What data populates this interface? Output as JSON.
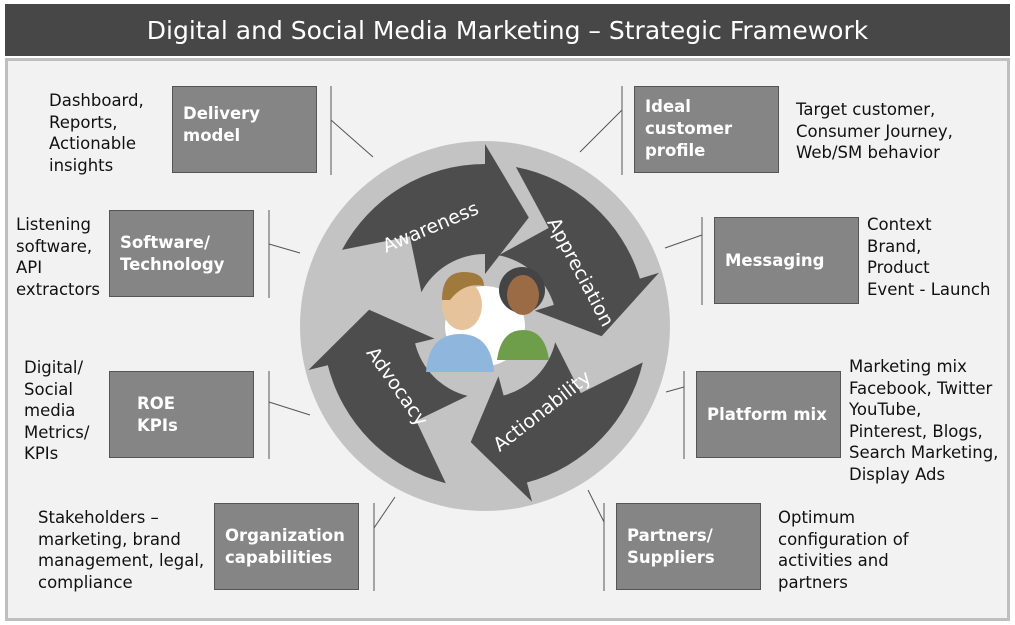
{
  "title": "Digital and Social Media Marketing – Strategic Framework",
  "cycle": {
    "stages": [
      "Awareness",
      "Appreciation",
      "Actionability",
      "Advocacy"
    ],
    "center_icon": "people-icon"
  },
  "elements": [
    {
      "id": "delivery-model",
      "label": "Delivery\nmodel",
      "description": "Dashboard,\nReports,\nActionable\ninsights"
    },
    {
      "id": "software-technology",
      "label": "Software/\nTechnology",
      "description": "Listening\nsoftware,\nAPI\nextractors"
    },
    {
      "id": "roe-kpis",
      "label": "ROE\nKPIs",
      "description": "Digital/\nSocial\nmedia\nMetrics/\nKPIs"
    },
    {
      "id": "organization-capabilities",
      "label": "Organization\ncapabilities",
      "description": "Stakeholders –\nmarketing, brand\nmanagement, legal,\ncompliance"
    },
    {
      "id": "ideal-customer-profile",
      "label": "Ideal\ncustomer\nprofile",
      "description": "Target customer,\nConsumer Journey,\nWeb/SM behavior"
    },
    {
      "id": "messaging",
      "label": "Messaging",
      "description": "Context\nBrand,\nProduct\nEvent - Launch"
    },
    {
      "id": "platform-mix",
      "label": "Platform mix",
      "description": "Marketing mix\nFacebook, Twitter\nYouTube,\nPinterest, Blogs,\nSearch Marketing,\nDisplay Ads"
    },
    {
      "id": "partners-suppliers",
      "label": "Partners/\nSuppliers",
      "description": "Optimum\nconfiguration of\nactivities and\npartners"
    }
  ],
  "colors": {
    "title_bg": "#474747",
    "box": "#858585",
    "arrow": "#4d4d4d",
    "ring": "#c3c3c3",
    "panel": "#f2f2f2"
  }
}
